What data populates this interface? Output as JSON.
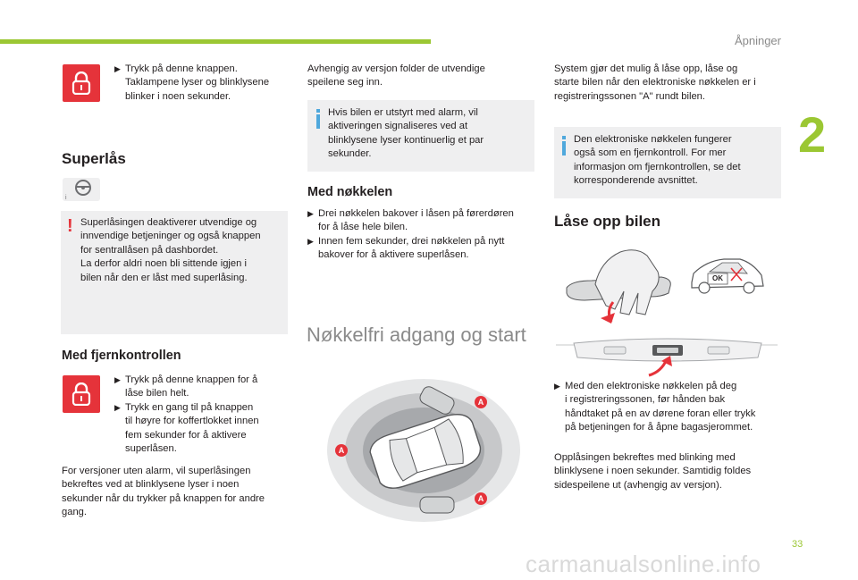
{
  "header": {
    "section_title": "Åpninger",
    "chapter_number": "2",
    "page_number": "33"
  },
  "watermark": "carmanualsonline.info",
  "col1": {
    "intro_bullet_lines": [
      "Trykk på denne knappen.",
      "Taklampene lyser og blinklysene",
      "blinker i noen sekunder."
    ],
    "superlas_title": "Superlås",
    "warning_lines": [
      "Superlåsingen deaktiverer utvendige og",
      "innvendige betjeninger og også knappen",
      "for sentrallåsen på dashbordet.",
      "La derfor aldri noen bli sittende igjen i",
      "bilen når den er låst med superlåsing."
    ],
    "fjern_title": "Med fjernkontrollen",
    "fjern_bullet1_lines": [
      "Trykk på denne knappen for å",
      "låse bilen helt."
    ],
    "fjern_bullet2_lines": [
      "Trykk en gang til på knappen",
      "til høyre for koffertlokket innen",
      "fem sekunder for å aktivere",
      "superlåsen."
    ],
    "footer_lines": [
      "For versjoner uten alarm, vil superlåsingen",
      "bekreftes ved at blinklysene lyser i noen",
      "sekunder når du trykker på knappen for andre",
      "gang."
    ]
  },
  "col2": {
    "intro_lines": [
      "Avhengig av versjon folder de utvendige",
      "speilene seg inn."
    ],
    "info_lines": [
      "Hvis bilen er utstyrt med alarm, vil",
      "aktiveringen signaliseres ved at",
      "blinklysene lyser kontinuerlig et par",
      "sekunder."
    ],
    "nokkel_title": "Med nøkkelen",
    "nokkel_bullet1_lines": [
      "Drei nøkkelen bakover i låsen på førerdøren",
      "for å låse hele bilen."
    ],
    "nokkel_bullet2_lines": [
      "Innen fem sekunder, drei nøkkelen på nytt",
      "bakover for å aktivere superlåsen."
    ],
    "nokkelfri_title": "Nøkkelfri adgang og start",
    "zone_label": "A"
  },
  "col3": {
    "intro_lines": [
      "System gjør det mulig å låse opp, låse og",
      "starte bilen når den elektroniske nøkkelen er i",
      "registreringssonen \"A\" rundt bilen."
    ],
    "info_lines": [
      "Den elektroniske nøkkelen fungerer",
      "også som en fjernkontroll. For mer",
      "informasjon om fjernkontrollen, se det",
      "korresponderende avsnittet."
    ],
    "lase_title": "Låse opp bilen",
    "ok_label": "OK",
    "bullet_lines": [
      "Med den elektroniske nøkkelen på deg",
      "i registreringssonen, før hånden bak",
      "håndtaket på en av dørene foran eller trykk",
      "på betjeningen for å åpne bagasjerommet."
    ],
    "footer_lines": [
      "Opplåsingen bekreftes med blinking med",
      "blinklysene i noen sekunder. Samtidig foldes",
      "sidespeilene ut (avhengig av versjon)."
    ]
  },
  "colors": {
    "accent_green": "#9bc733",
    "lock_red": "#e5333a",
    "info_blue": "#4fa8dc",
    "grey_box": "#efeff0"
  },
  "icons": {
    "bullet": "bullet-marker-icon",
    "lock": "padlock-icon",
    "steering": "steering-wheel-icon"
  }
}
